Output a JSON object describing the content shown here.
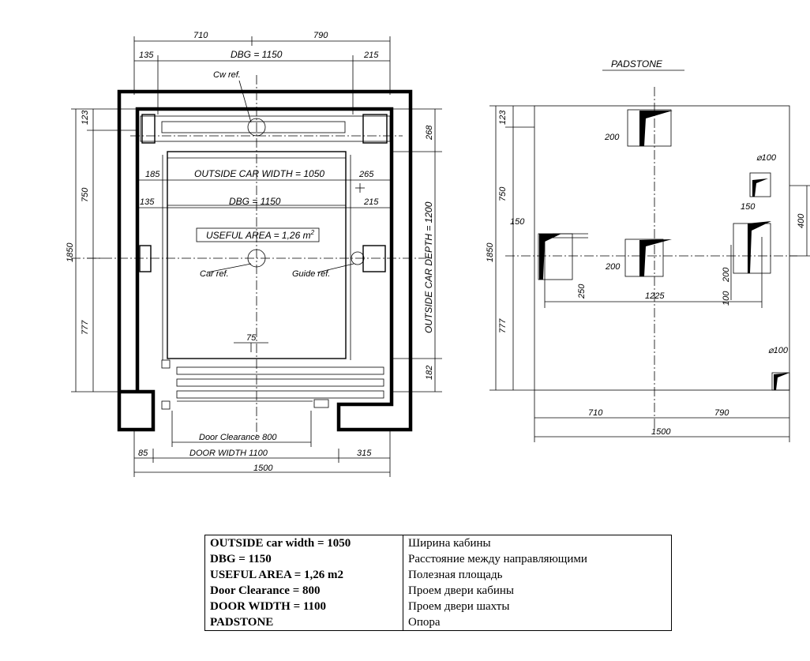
{
  "plan": {
    "top_dims": [
      "710",
      "790"
    ],
    "top_left": "135",
    "top_dbg": "DBG = 1150",
    "top_right": "215",
    "cw_ref": "Cw ref.",
    "car_width": "OUTSIDE CAR WIDTH = 1050",
    "left_185": "185",
    "right_265": "265",
    "inner_dbg": "DBG = 1150",
    "inner_left": "135",
    "inner_right": "215",
    "useful_area": "USEFUL AREA = 1,26 m",
    "useful_area_sup": "2",
    "car_ref": "Car ref.",
    "guide_ref": "Guide ref.",
    "dim_75": "75",
    "left_123": "123",
    "left_750": "750",
    "left_1850": "1850",
    "left_777": "777",
    "right_268": "268",
    "car_depth": "OUTSIDE CAR DEPTH = 1200",
    "right_182": "182",
    "door_clearance": "Door Clearance 800",
    "door_width": "DOOR WIDTH 1100",
    "bot_85": "85",
    "bot_315": "315",
    "bot_1500": "1500"
  },
  "padstone": {
    "title": "PADSTONE",
    "left_123": "123",
    "left_750": "750",
    "left_1850": "1850",
    "left_777": "777",
    "d200_top": "200",
    "d100_top": "⌀100",
    "d150_left": "150",
    "d150_right": "150",
    "d400": "400",
    "d200_mid": "200",
    "d250": "250",
    "d1225": "1225",
    "d200_vert": "200",
    "d100_vert": "100",
    "d100_bot": "⌀100",
    "bot_710": "710",
    "bot_790": "790",
    "bot_1500": "1500"
  },
  "legend": [
    {
      "key": "OUTSIDE car width = 1050",
      "value": "Ширина кабины"
    },
    {
      "key": "DBG = 1150",
      "value": "Расстояние между направляющими"
    },
    {
      "key": "USEFUL AREA  = 1,26 m2",
      "value": "Полезная площадь"
    },
    {
      "key": "Door Clearance = 800",
      "value": "Проем двери кабины"
    },
    {
      "key": "DOOR WIDTH = 1100",
      "value": "Проем двери шахты"
    },
    {
      "key": "PADSTONE",
      "value": "Опора"
    }
  ]
}
